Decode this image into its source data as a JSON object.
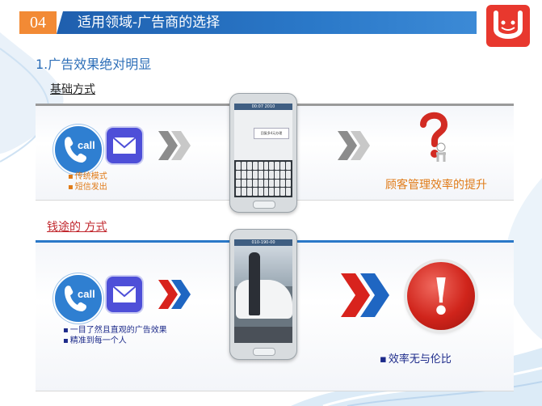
{
  "header": {
    "section_number": "04",
    "title": "适用领域-广告商的选择"
  },
  "section": {
    "title": "1.广告效果绝对明显"
  },
  "traditional": {
    "label": "基础方式",
    "call_text": "call",
    "bullets": [
      "传统模式",
      "短信发出"
    ],
    "result": "顾客管理效率的提升",
    "phone": {
      "status_text": "00:07 2010",
      "message_text": "回复多4元办理"
    }
  },
  "premium": {
    "label": "钱途的 方式",
    "call_text": "call",
    "bullets": [
      "一目了然且直观的广告效果",
      "精准到每一个人"
    ],
    "result": "效率无与伦比",
    "phone": {
      "status_text": "010-190-00"
    },
    "alert_symbol": "!"
  },
  "colors": {
    "header_bar": "#2a78c8",
    "section_number_bg": "#f28a35",
    "accent_orange": "#e07b18",
    "accent_red": "#c1272d",
    "accent_navy": "#1c2a8a",
    "call_blue": "#2f7fd1",
    "mail_purple": "#4e4fd8",
    "logo_red": "#e8382e"
  },
  "icons": {
    "call": "phone-handset-icon",
    "mail": "envelope-icon",
    "gray_chevrons": "double-chevron-gray-icon",
    "red_blue_chevrons": "double-chevron-red-blue-icon",
    "question": "question-mark-figure-icon",
    "alert": "exclamation-circle-icon",
    "logo": "smiling-u-logo-icon"
  }
}
